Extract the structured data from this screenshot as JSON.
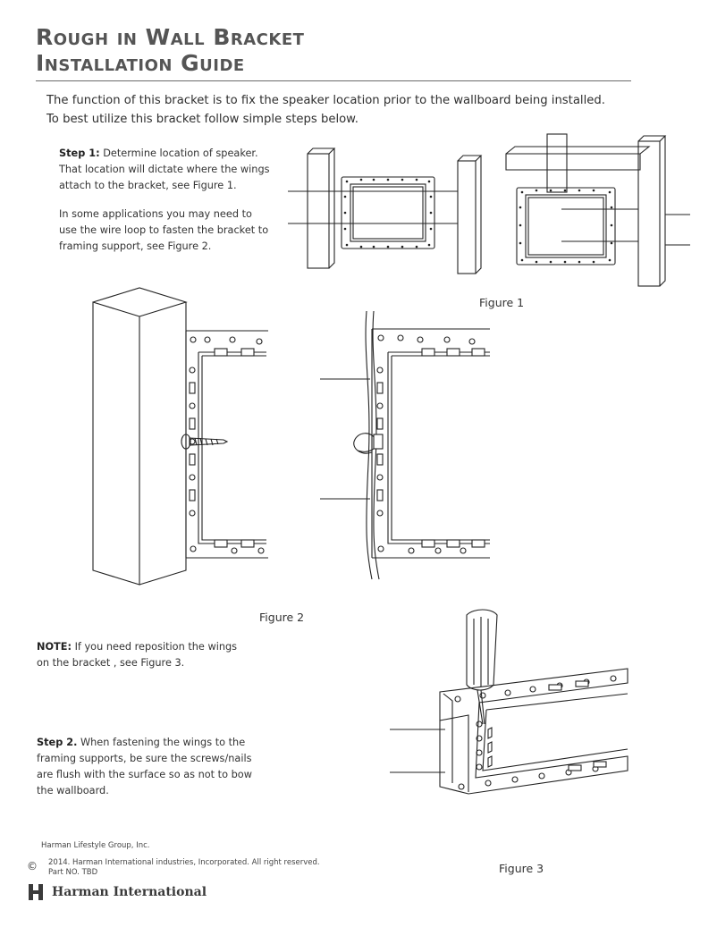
{
  "header": {
    "title_line1": "Rough in Wall Bracket",
    "title_line2": "Installation Guide"
  },
  "intro": "The function of this bracket is to fix the speaker location prior to the wallboard being installed. To best utilize this bracket follow simple steps below.",
  "step1": {
    "label": "Step 1:",
    "text": " Determine location of speaker. That location will dictate where the wings attach to the bracket, see Figure 1.",
    "note": "In some applications you may need to use the wire loop to fasten the bracket to framing support, see Figure 2."
  },
  "figures": {
    "fig1": "Figure 1",
    "fig2": "Figure 2",
    "fig3": "Figure 3"
  },
  "note": {
    "label": "NOTE:",
    "text": " If you need reposition the wings on the bracket , see Figure 3."
  },
  "step2": {
    "label": "Step 2.",
    "text": " When fastening the wings to the framing supports, be sure the screws/nails are flush with the surface so as not to bow the wallboard."
  },
  "footer": {
    "org": "Harman Lifestyle Group, Inc.",
    "copyright_symbol": "©",
    "copyright": "2014. Harman International industries, Incorporated. All right reserved.",
    "part": "Part NO. TBD",
    "brand": "Harman International"
  }
}
